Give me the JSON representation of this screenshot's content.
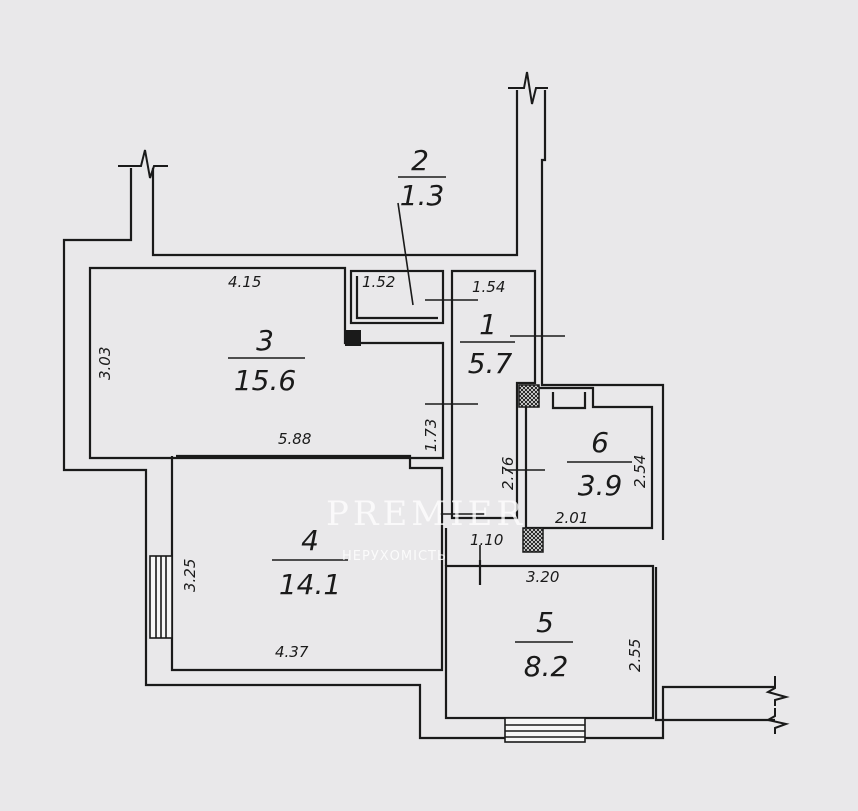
{
  "rooms": [
    {
      "number": "1",
      "area": "5.7"
    },
    {
      "number": "2",
      "area": "1.3"
    },
    {
      "number": "3",
      "area": "15.6"
    },
    {
      "number": "4",
      "area": "14.1"
    },
    {
      "number": "5",
      "area": "8.2"
    },
    {
      "number": "6",
      "area": "3.9"
    }
  ],
  "dimensions": {
    "room3_top": "4.15",
    "room3_left": "3.03",
    "room3_bottom": "5.88",
    "room2_width": "1.52",
    "room1_width": "1.54",
    "corridor_height": "1.73",
    "room4_left": "3.25",
    "room4_bottom": "4.37",
    "room6_left": "2.76",
    "room6_right": "2.54",
    "room6_bottom": "2.01",
    "door_gap": "1.10",
    "room5_top": "3.20",
    "room5_right": "2.55"
  },
  "watermark": {
    "brand": "PREMIER",
    "subtitle": "НЕРУХОМІСТЬ"
  },
  "colors": {
    "background": "#e9e8ea",
    "ink": "#1a1a1a",
    "watermark": "#ffffff"
  }
}
